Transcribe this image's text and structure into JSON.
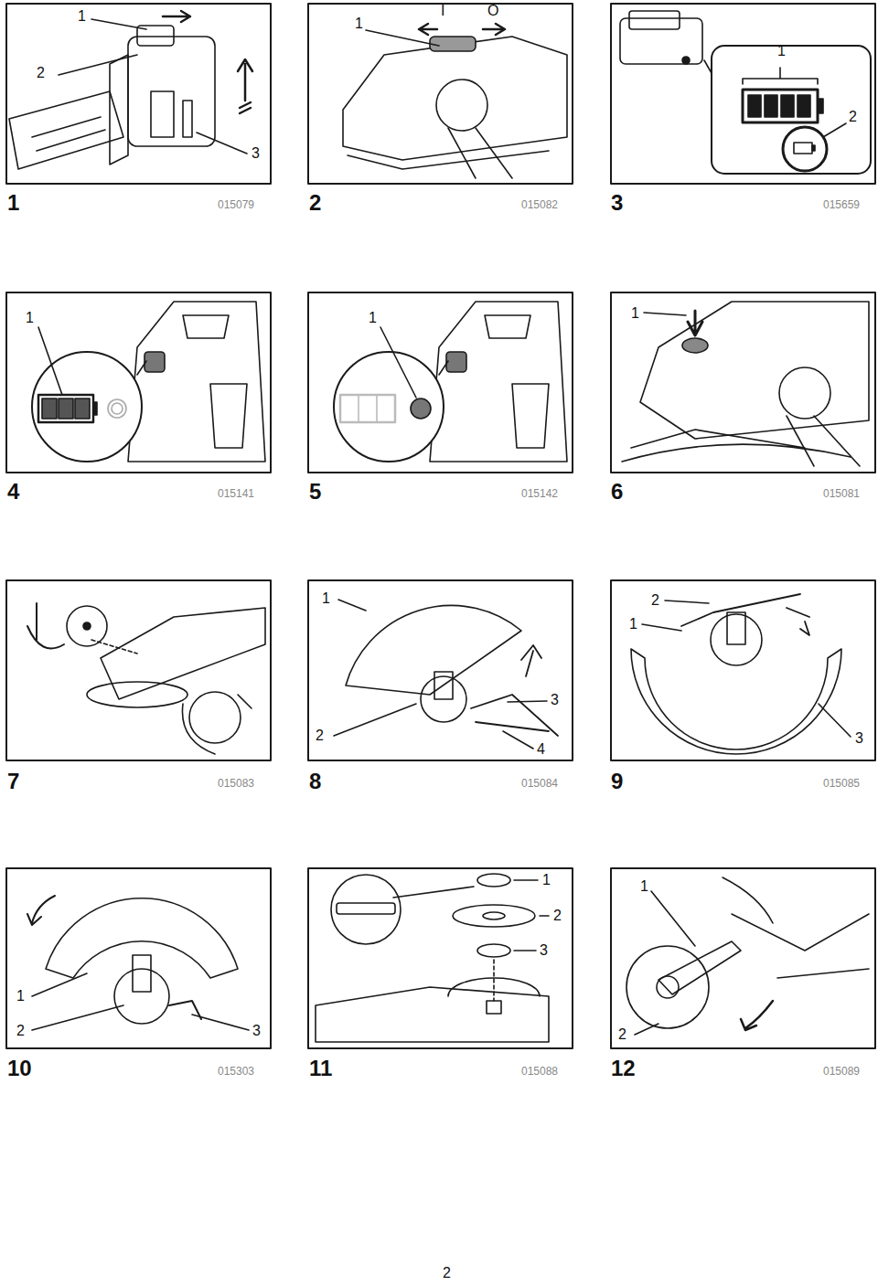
{
  "diagram": {
    "labels": [
      "1",
      "2",
      "3",
      "1",
      "015079",
      "1",
      "I",
      "O",
      "2",
      "015082",
      "1",
      "2",
      "3",
      "015659",
      "1",
      "4",
      "015141",
      "1",
      "5",
      "015142",
      "1",
      "6",
      "015081",
      "7",
      "015083",
      "1",
      "3",
      "2",
      "4",
      "8",
      "015084",
      "2",
      "1",
      "3",
      "9",
      "015085",
      "1",
      "2",
      "3",
      "10",
      "015303",
      "1",
      "2",
      "3",
      "11",
      "015088",
      "1",
      "2",
      "12",
      "015089",
      "2"
    ]
  }
}
